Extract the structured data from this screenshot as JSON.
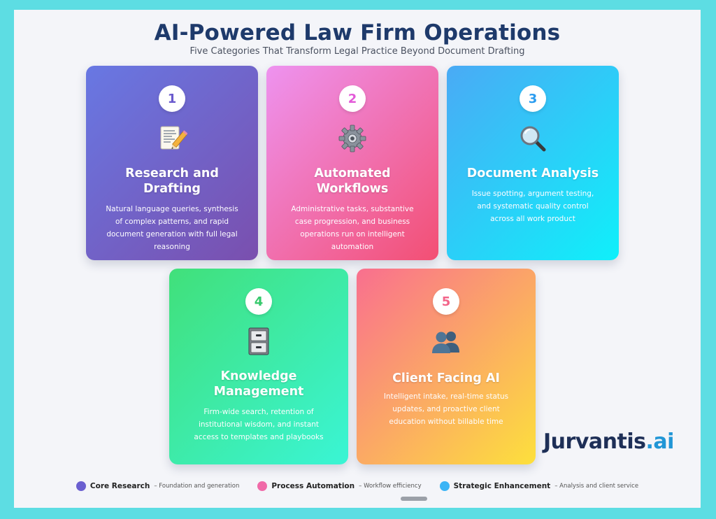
{
  "header": {
    "title": "AI-Powered Law Firm Operations",
    "subtitle": "Five Categories That Transform Legal Practice Beyond Document Drafting"
  },
  "cards": [
    {
      "number": "1",
      "icon": "memo-pencil-icon",
      "title": "Research and Drafting",
      "description": "Natural language queries, synthesis of complex patterns, and rapid document generation with full legal reasoning",
      "gradient": [
        "#6878e3",
        "#7a4fae"
      ],
      "badge_color": "#6a5acd"
    },
    {
      "number": "2",
      "icon": "gear-icon",
      "title": "Automated Workflows",
      "description": "Administrative tasks, substantive case progression, and business operations run on intelligent automation",
      "gradient": [
        "#ee93f0",
        "#f34f73"
      ],
      "badge_color": "#e35ad8"
    },
    {
      "number": "3",
      "icon": "magnifying-glass-icon",
      "title": "Document Analysis",
      "description": "Issue spotting, argument testing, and systematic quality control across all work product",
      "gradient": [
        "#4aaaf5",
        "#0ff0fa"
      ],
      "badge_color": "#2a9cf0"
    },
    {
      "number": "4",
      "icon": "file-cabinet-icon",
      "title": "Knowledge Management",
      "description": "Firm-wide search, retention of institutional wisdom, and instant access to templates and playbooks",
      "gradient": [
        "#41e07a",
        "#3af5d5"
      ],
      "badge_color": "#35c96b"
    },
    {
      "number": "5",
      "icon": "people-silhouette-icon",
      "title": "Client Facing AI",
      "description": "Intelligent intake, real-time status updates, and proactive client education without billable time",
      "gradient": [
        "#f96f8f",
        "#fde03c"
      ],
      "badge_color": "#f3658a"
    }
  ],
  "legend": [
    {
      "name": "Core Research",
      "desc": "– Foundation and generation",
      "color": "#6a5fd0"
    },
    {
      "name": "Process Automation",
      "desc": "– Workflow efficiency",
      "color": "#f06aa8"
    },
    {
      "name": "Strategic Enhancement",
      "desc": "– Analysis and client service",
      "color": "#3bb4f5"
    }
  ],
  "logo": {
    "main": "Jurvantis",
    "accent": ".ai"
  }
}
